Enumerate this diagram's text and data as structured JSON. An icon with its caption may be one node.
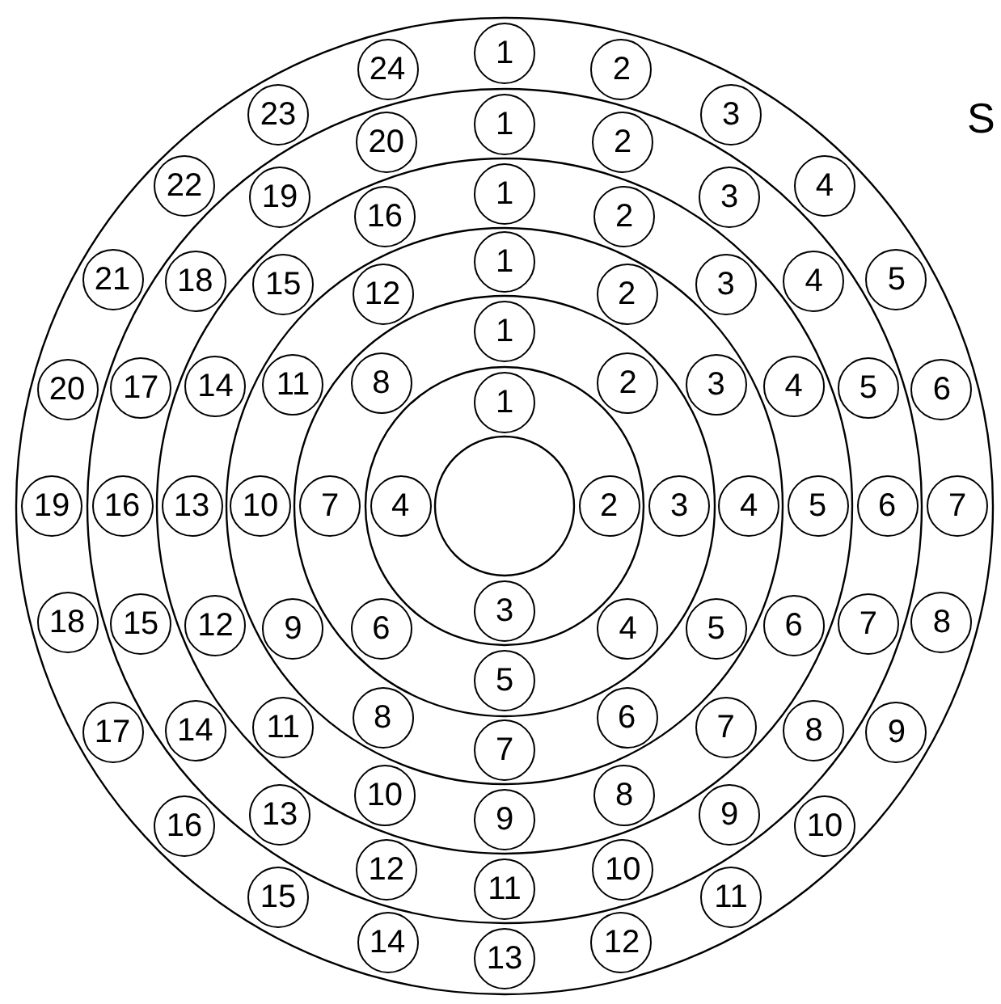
{
  "diagram": {
    "nodes": [
      {
        "text": [
          "1"
        ]
      },
      {
        "text": [
          "2"
        ]
      },
      {
        "text": [
          "3"
        ]
      },
      {
        "text": [
          "4"
        ]
      },
      {
        "text": [
          "1"
        ]
      },
      {
        "text": [
          "2"
        ]
      },
      {
        "text": [
          "3"
        ]
      },
      {
        "text": [
          "4"
        ]
      },
      {
        "text": [
          "5"
        ]
      },
      {
        "text": [
          "6"
        ]
      },
      {
        "text": [
          "7"
        ]
      },
      {
        "text": [
          "8"
        ]
      },
      {
        "text": [
          "1"
        ]
      },
      {
        "text": [
          "2"
        ]
      },
      {
        "text": [
          "3"
        ]
      },
      {
        "text": [
          "4"
        ]
      },
      {
        "text": [
          "5"
        ]
      },
      {
        "text": [
          "6"
        ]
      },
      {
        "text": [
          "7"
        ]
      },
      {
        "text": [
          "8"
        ]
      },
      {
        "text": [
          "9"
        ]
      },
      {
        "text": [
          "10"
        ]
      },
      {
        "text": [
          "11"
        ]
      },
      {
        "text": [
          "12"
        ]
      },
      {
        "text": [
          "1"
        ]
      },
      {
        "text": [
          "2"
        ]
      },
      {
        "text": [
          "3"
        ]
      },
      {
        "text": [
          "4"
        ]
      },
      {
        "text": [
          "5"
        ]
      },
      {
        "text": [
          "6"
        ]
      },
      {
        "text": [
          "7"
        ]
      },
      {
        "text": [
          "8"
        ]
      },
      {
        "text": [
          "9"
        ]
      },
      {
        "text": [
          "10"
        ]
      },
      {
        "text": [
          "11"
        ]
      },
      {
        "text": [
          "12"
        ]
      },
      {
        "text": [
          "13"
        ]
      },
      {
        "text": [
          "14"
        ]
      },
      {
        "text": [
          "15"
        ]
      },
      {
        "text": [
          "16"
        ]
      },
      {
        "text": [
          "1"
        ]
      },
      {
        "text": [
          "2"
        ]
      },
      {
        "text": [
          "3"
        ]
      },
      {
        "text": [
          "4"
        ]
      },
      {
        "text": [
          "5"
        ]
      },
      {
        "text": [
          "6"
        ]
      },
      {
        "text": [
          "7"
        ]
      },
      {
        "text": [
          "8"
        ]
      },
      {
        "text": [
          "9"
        ]
      },
      {
        "text": [
          "10"
        ]
      },
      {
        "text": [
          "11"
        ]
      },
      {
        "text": [
          "12"
        ]
      },
      {
        "text": [
          "13"
        ]
      },
      {
        "text": [
          "14"
        ]
      },
      {
        "text": [
          "15"
        ]
      },
      {
        "text": [
          "16"
        ]
      },
      {
        "text": [
          "17"
        ]
      },
      {
        "text": [
          "18"
        ]
      },
      {
        "text": [
          "19"
        ]
      },
      {
        "text": [
          "20"
        ]
      },
      {
        "text": [
          "1"
        ]
      },
      {
        "text": [
          "2"
        ]
      },
      {
        "text": [
          "3"
        ]
      },
      {
        "text": [
          "4"
        ]
      },
      {
        "text": [
          "5"
        ]
      },
      {
        "text": [
          "6"
        ]
      },
      {
        "text": [
          "7"
        ]
      },
      {
        "text": [
          "8"
        ]
      },
      {
        "text": [
          "9"
        ]
      },
      {
        "text": [
          "10"
        ]
      },
      {
        "text": [
          "11"
        ]
      },
      {
        "text": [
          "12"
        ]
      },
      {
        "text": [
          "13"
        ]
      },
      {
        "text": [
          "14"
        ]
      },
      {
        "text": [
          "15"
        ]
      },
      {
        "text": [
          "16"
        ]
      },
      {
        "text": [
          "17"
        ]
      },
      {
        "text": [
          "18"
        ]
      },
      {
        "text": [
          "19"
        ]
      },
      {
        "text": [
          "20"
        ]
      },
      {
        "text": [
          "21"
        ]
      },
      {
        "text": [
          "22"
        ]
      },
      {
        "text": [
          "23"
        ]
      },
      {
        "text": [
          "24"
        ]
      }
    ],
    "labels": [
      "S"
    ]
  }
}
